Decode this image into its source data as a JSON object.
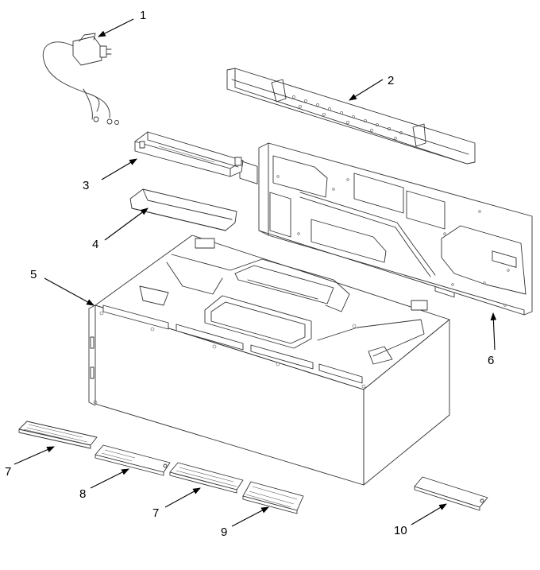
{
  "callouts": [
    {
      "number": "1"
    },
    {
      "number": "2"
    },
    {
      "number": "3"
    },
    {
      "number": "4"
    },
    {
      "number": "5"
    },
    {
      "number": "6"
    },
    {
      "number": "7"
    },
    {
      "number": "8"
    },
    {
      "number": "7"
    },
    {
      "number": "9"
    },
    {
      "number": "10"
    }
  ],
  "colors": {
    "line": "#333333",
    "background": "#ffffff"
  }
}
